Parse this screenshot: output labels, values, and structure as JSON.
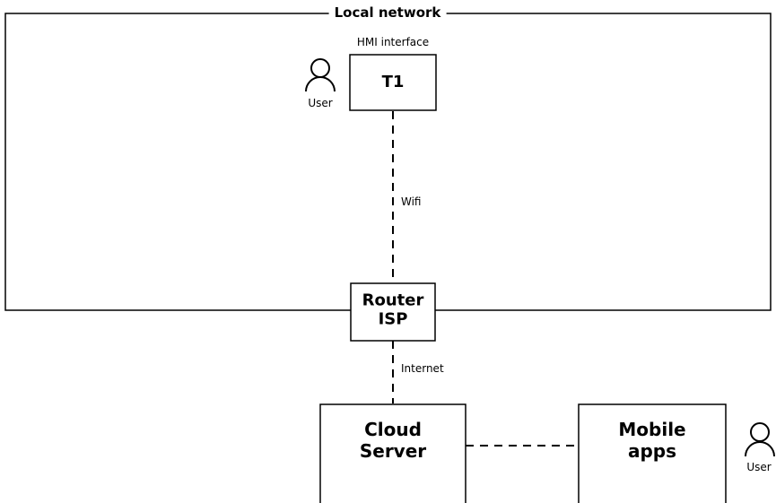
{
  "network": {
    "title": "Local network"
  },
  "nodes": {
    "t1": {
      "caption": "HMI interface",
      "label": "T1"
    },
    "router": {
      "line1": "Router",
      "line2": "ISP"
    },
    "cloud": {
      "line1": "Cloud",
      "line2": "Server"
    },
    "mobile": {
      "line1": "Mobile",
      "line2": "apps"
    }
  },
  "links": {
    "wifi": "Wifi",
    "internet": "Internet"
  },
  "users": {
    "local_user": "User",
    "mobile_user": "User"
  },
  "icons": {
    "user": "user-icon"
  },
  "colors": {
    "stroke": "#000000",
    "background": "#ffffff"
  }
}
